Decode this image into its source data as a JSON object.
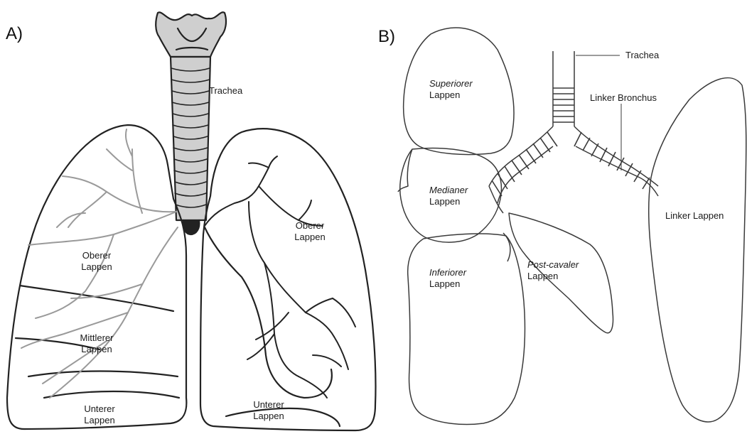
{
  "panel_a": {
    "letter": "A)",
    "labels": {
      "trachea": "Trachea",
      "right_upper": [
        "Oberer",
        "Lappen"
      ],
      "right_middle": [
        "Mittlerer",
        "Lappen"
      ],
      "right_lower": [
        "Unterer",
        "Lappen"
      ],
      "left_upper": [
        "Oberer",
        "Lappen"
      ],
      "left_lower": [
        "Unterer",
        "Lappen"
      ]
    }
  },
  "panel_b": {
    "letter": "B)",
    "labels": {
      "trachea": "Trachea",
      "left_bronchus": "Linker Bronchus",
      "superior": [
        "Superiorer",
        "Lappen"
      ],
      "median": [
        "Medianer",
        "Lappen"
      ],
      "inferior": [
        "Inferiorer",
        "Lappen"
      ],
      "post_caval": [
        "Post-cavaler",
        "Lappen"
      ],
      "left_lobe": "Linker Lappen"
    }
  },
  "colors": {
    "outline": "#222222",
    "trachea_fill": "#cfcfcf",
    "bronchi_gray": "#9a9a9a"
  }
}
